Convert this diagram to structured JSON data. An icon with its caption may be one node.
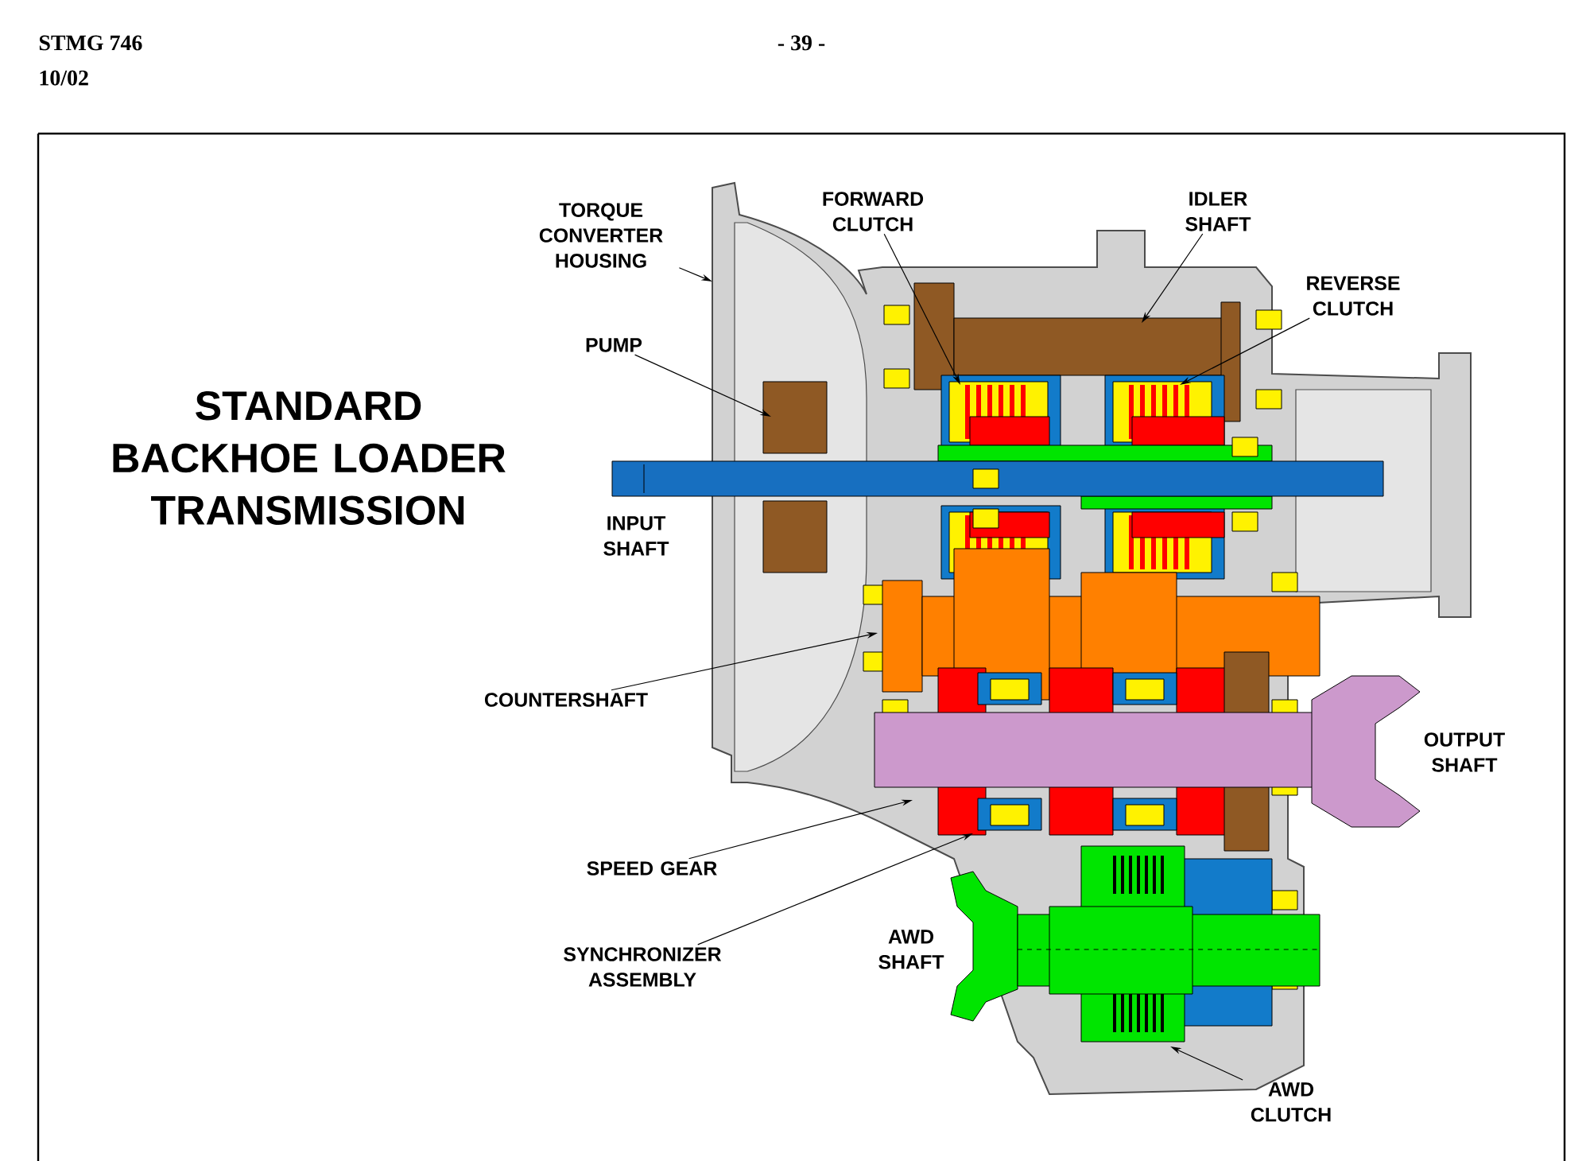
{
  "diagram": {
    "title": "STANDARD BACKHOE LOADER TRANSMISSION",
    "nodes": [
      {
        "text": [
          "TORQUE CONVERTER HOUSING"
        ]
      },
      {
        "text": [
          "PUMP"
        ]
      },
      {
        "text": [
          "FORWARD CLUTCH"
        ]
      },
      {
        "text": [
          "IDLER SHAFT"
        ]
      },
      {
        "text": [
          "REVERSE CLUTCH"
        ]
      },
      {
        "text": [
          "COUNTERSHAFT"
        ]
      },
      {
        "text": [
          "SPEED GEAR"
        ]
      },
      {
        "text": [
          "SYNCHRONIZER ASSEMBLY"
        ]
      },
      {
        "text": [
          "AWD CLUTCH"
        ]
      }
    ],
    "edges": [
      {
        "from": 0,
        "to": null,
        "arrow": "to"
      },
      {
        "from": 1,
        "to": null,
        "arrow": "to"
      },
      {
        "from": 2,
        "to": null,
        "arrow": "to"
      },
      {
        "from": 3,
        "to": null,
        "arrow": "to"
      },
      {
        "from": 4,
        "to": null,
        "arrow": "to"
      },
      {
        "from": 5,
        "to": null,
        "arrow": "to"
      },
      {
        "from": 6,
        "to": null,
        "arrow": "to"
      },
      {
        "from": 7,
        "to": null,
        "arrow": "to"
      },
      {
        "from": 8,
        "to": null,
        "arrow": "to"
      }
    ],
    "labels": [
      "STMG 746",
      "- 39 -",
      "10/02",
      "INPUT SHAFT",
      "OUTPUT SHAFT",
      "AWD SHAFT"
    ]
  }
}
